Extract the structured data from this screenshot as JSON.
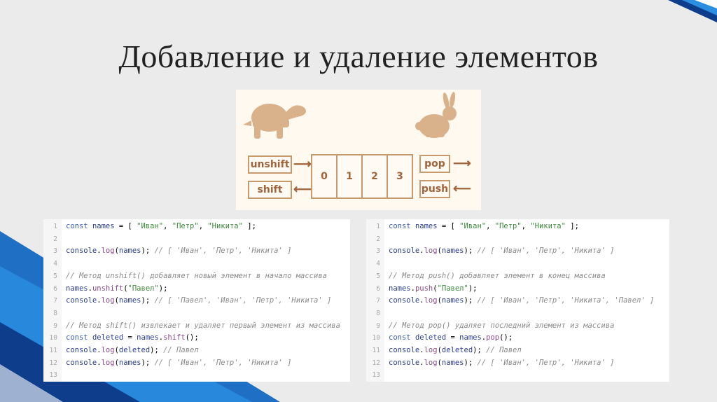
{
  "slide": {
    "title": "Добавление и удаление элементов"
  },
  "diagram": {
    "ops_left": [
      "unshift",
      "shift"
    ],
    "ops_right": [
      "pop",
      "push"
    ],
    "cells": [
      "0",
      "1",
      "2",
      "3"
    ],
    "accent": "#a0633a",
    "animal_color": "#d9b28c"
  },
  "code_left": [
    {
      "n": "1",
      "t": "const names = [ \"Иван\", \"Петр\", \"Никита\" ];"
    },
    {
      "n": "2",
      "t": ""
    },
    {
      "n": "3",
      "t": "console.log(names); // [ 'Иван', 'Петр', 'Никита' ]"
    },
    {
      "n": "4",
      "t": ""
    },
    {
      "n": "5",
      "t": "// Метод unshift() добавляет новый элемент в начало массива"
    },
    {
      "n": "6",
      "t": "names.unshift(\"Павел\");"
    },
    {
      "n": "7",
      "t": "console.log(names); // [ 'Павел', 'Иван', 'Петр', 'Никита' ]"
    },
    {
      "n": "8",
      "t": ""
    },
    {
      "n": "9",
      "t": "// Метод shift() извлекает и удаляет первый элемент из массива"
    },
    {
      "n": "10",
      "t": "const deleted = names.shift();"
    },
    {
      "n": "11",
      "t": "console.log(deleted); // Павел"
    },
    {
      "n": "12",
      "t": "console.log(names); // [ 'Иван', 'Петр', 'Никита' ]"
    },
    {
      "n": "13",
      "t": ""
    }
  ],
  "code_right": [
    {
      "n": "1",
      "t": "const names = [ \"Иван\", \"Петр\", \"Никита\" ];"
    },
    {
      "n": "2",
      "t": ""
    },
    {
      "n": "3",
      "t": "console.log(names); // [ 'Иван', 'Петр', 'Никита' ]"
    },
    {
      "n": "4",
      "t": ""
    },
    {
      "n": "5",
      "t": "// Метод push() добавляет элемент в конец массива"
    },
    {
      "n": "6",
      "t": "names.push(\"Павел\");"
    },
    {
      "n": "7",
      "t": "console.log(names); // [ 'Иван', 'Петр', 'Никита', 'Павел' ]"
    },
    {
      "n": "8",
      "t": ""
    },
    {
      "n": "9",
      "t": "// Метод pop() удаляет последний элемент из массива"
    },
    {
      "n": "10",
      "t": "const deleted = names.pop();"
    },
    {
      "n": "11",
      "t": "console.log(deleted); // Павел"
    },
    {
      "n": "12",
      "t": "console.log(names); // [ 'Иван', 'Петр', 'Никита' ]"
    },
    {
      "n": "13",
      "t": ""
    }
  ]
}
